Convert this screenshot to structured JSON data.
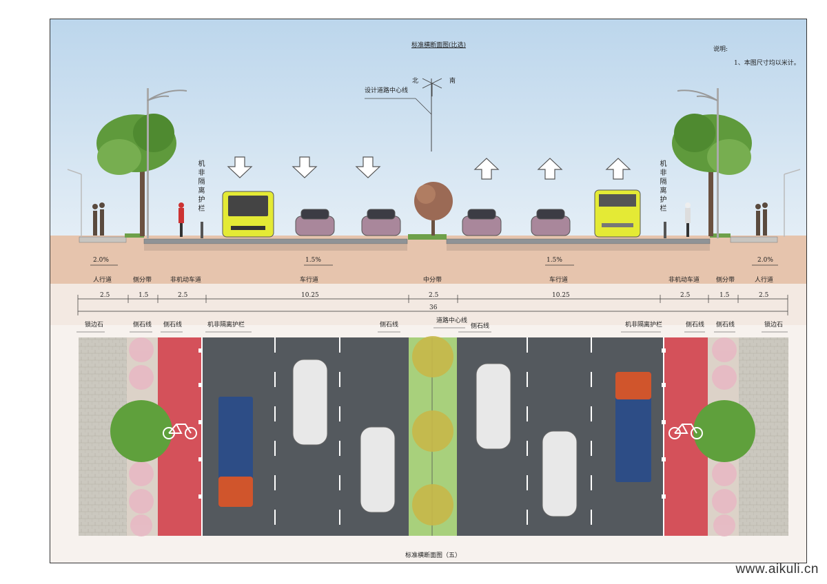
{
  "title_top": "标准横断面图(比选)",
  "title_bottom": "标准横断面图（五）",
  "notes": {
    "heading": "说明:",
    "item1": "1、本图尺寸均以米计。"
  },
  "compass": {
    "north": "北",
    "south": "南"
  },
  "center_line_label": "设计道路中心线",
  "barrier_vertical": "机非隔离护栏",
  "slopes": {
    "left_sidewalk": "2.0%",
    "left_road": "1.5%",
    "right_road": "1.5%",
    "right_sidewalk": "2.0%"
  },
  "sections": [
    "人行道",
    "侧分带",
    "非机动车道",
    "车行道",
    "中分带",
    "车行道",
    "非机动车道",
    "侧分带",
    "人行道"
  ],
  "dims": [
    "2.5",
    "1.5",
    "2.5",
    "10.25",
    "2.5",
    "10.25",
    "2.5",
    "1.5",
    "2.5"
  ],
  "total_width": "36",
  "plan_labels": {
    "curb_left": "锁边石",
    "side_line_1": "侧石线",
    "side_line_2": "侧石线",
    "barrier_left": "机非隔离护栏",
    "side_line_median_left": "侧石线",
    "road_center": "道路中心线",
    "side_line_median_right": "侧石线",
    "barrier_right": "机非隔离护栏",
    "side_line_3": "侧石线",
    "side_line_4": "侧石线",
    "curb_right": "锁边石"
  },
  "watermark": "www.aikuli.cn",
  "colors": {
    "sky": "#c5dcef",
    "ground": "#e8c7b0",
    "asphalt": "#555a5e",
    "bike_lane": "#d55058",
    "sidewalk": "#c9c6bd",
    "median": "#a7d07a",
    "bus": "#e8ee3a",
    "car": "#a8879a"
  }
}
